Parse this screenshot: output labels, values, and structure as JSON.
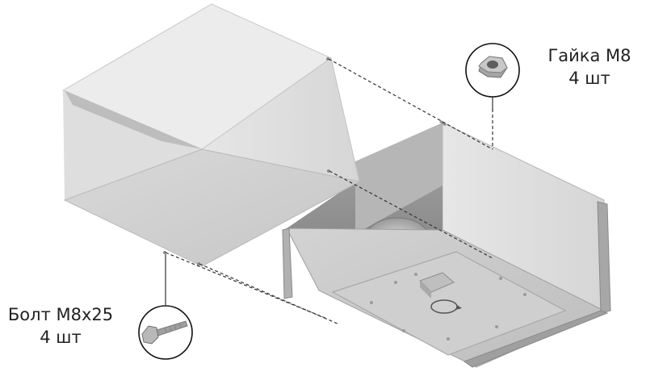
{
  "callouts": {
    "nut": {
      "name": "Гайка М8",
      "qty": "4 шт"
    },
    "bolt": {
      "name": "Болт М8х25",
      "qty": "4 шт"
    }
  },
  "colors": {
    "duct_front": "#cfcfcf",
    "duct_side": "#e2e2e2",
    "duct_top": "#e9e9e9",
    "fan_front": "#c9c9c9",
    "fan_side": "#dcdcdc",
    "inner_dark": "#8a8a8a",
    "rail": "#9b9b9b",
    "callout_ring": "#111111",
    "dash": "#333333"
  }
}
